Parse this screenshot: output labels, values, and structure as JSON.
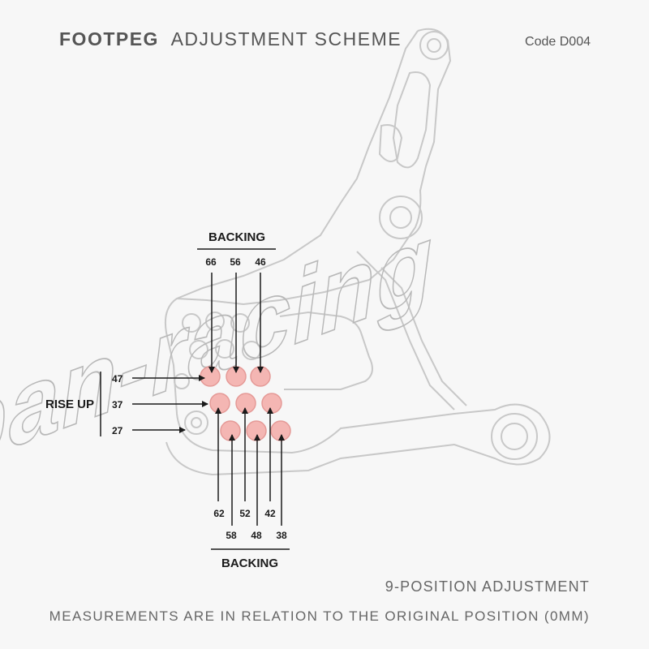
{
  "header": {
    "title_bold": "FOOTPEG",
    "title_rest": "ADJUSTMENT SCHEME",
    "code": "Code D004"
  },
  "watermark": "pan-racing",
  "labels": {
    "backing_top": "BACKING",
    "backing_bottom": "BACKING",
    "rise_up": "RISE UP"
  },
  "backing_top_values": [
    "66",
    "56",
    "46"
  ],
  "rise_up_values": [
    "47",
    "37",
    "27"
  ],
  "backing_bottom_row1": [
    "62",
    "52",
    "42"
  ],
  "backing_bottom_row2": [
    "58",
    "48",
    "38"
  ],
  "footer": {
    "positions": "9-POSITION ADJUSTMENT",
    "note": "MEASUREMENTS ARE IN RELATION TO THE ORIGINAL POSITION (0MM)"
  },
  "colors": {
    "background": "#f7f7f7",
    "part_outline": "#c8c8c8",
    "hole_fill": "#f4b6b3",
    "text": "#1a1a1a",
    "gray_text": "#666666"
  }
}
